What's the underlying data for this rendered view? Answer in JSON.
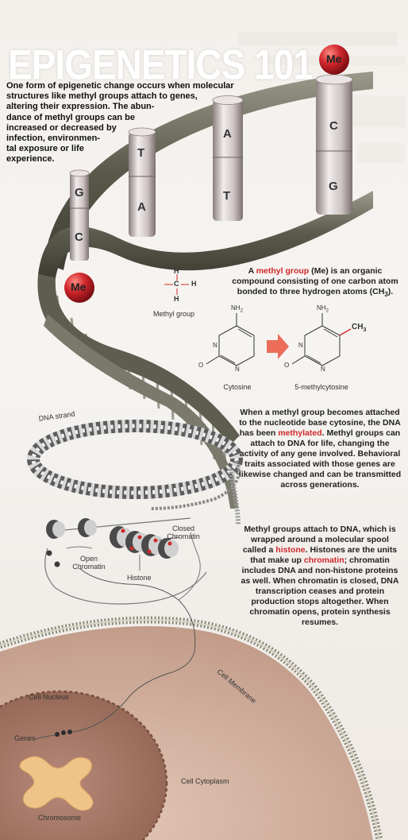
{
  "title": "EPIGENETICS 101",
  "intro": {
    "line1": "One form of epigenetic change occurs when molecular",
    "line2": "structures like methyl groups attach to genes,",
    "line3": "altering their expression. The abun-",
    "line4": "dance of methyl groups can be",
    "line5": "increased or decreased by",
    "line6": "infection, environmen-",
    "line7": "tal exposure or life",
    "line8": "experience."
  },
  "dna": {
    "bases_top": [
      "G",
      "T",
      "A",
      "C"
    ],
    "bases_bottom": [
      "C",
      "A",
      "T",
      "G"
    ],
    "methyl_label": "Me"
  },
  "methyl_def": {
    "pre": "A ",
    "term": "methyl group",
    "post": " (Me) is an organic compound consisting of one carbon atom bonded to three hydrogen atoms (CH",
    "sub": "3",
    "end": ")."
  },
  "molecules": {
    "methyl_group_label": "Methyl group",
    "cytosine_label": "Cytosine",
    "methylcytosine_label": "5-methylcytosine",
    "h": "H",
    "c": "C",
    "n": "N",
    "o": "O",
    "nh2": "NH",
    "nh2_sub": "2",
    "ch3": "CH",
    "ch3_sub": "3"
  },
  "p2": {
    "pre": "When a methyl group becomes attached to the nucleotide base cytosine, the DNA has been ",
    "term": "methylated",
    "post": ". Methyl groups can attach to DNA for life, changing the activity of any gene involved. Behavioral traits associated with those genes are likewise changed and can be transmitted across generations."
  },
  "p3": {
    "pre": "Methyl groups attach to DNA, which is wrapped around a molecular spool called a ",
    "term1": "histone",
    "mid1": ". Histones are the units that make up ",
    "term2": "chromatin",
    "post": "; chromatin includes DNA and non-histone proteins as well. When chromatin is closed, DNA transcription ceases and protein production stops altogether. When chromatin opens, protein synthesis resumes."
  },
  "labels": {
    "dna_strand": "DNA strand",
    "closed_chromatin_1": "Closed",
    "closed_chromatin_2": "Chromatin",
    "open_chromatin_1": "Open",
    "open_chromatin_2": "Chromatin",
    "histone": "Histone",
    "cell_membrane": "Cell Membrane",
    "cell_nucleus": "Cell Nucleus",
    "genes": "Genes",
    "chromosome": "Chromosome",
    "cell_cytoplasm": "Cell Cytoplasm"
  },
  "colors": {
    "accent_red": "#d0282c",
    "methyl_ball": "#c8202a",
    "backbone": "#6e6e60",
    "cell": "#c9a491",
    "nucleus": "#a3755f",
    "chromosome": "#f0c488"
  }
}
